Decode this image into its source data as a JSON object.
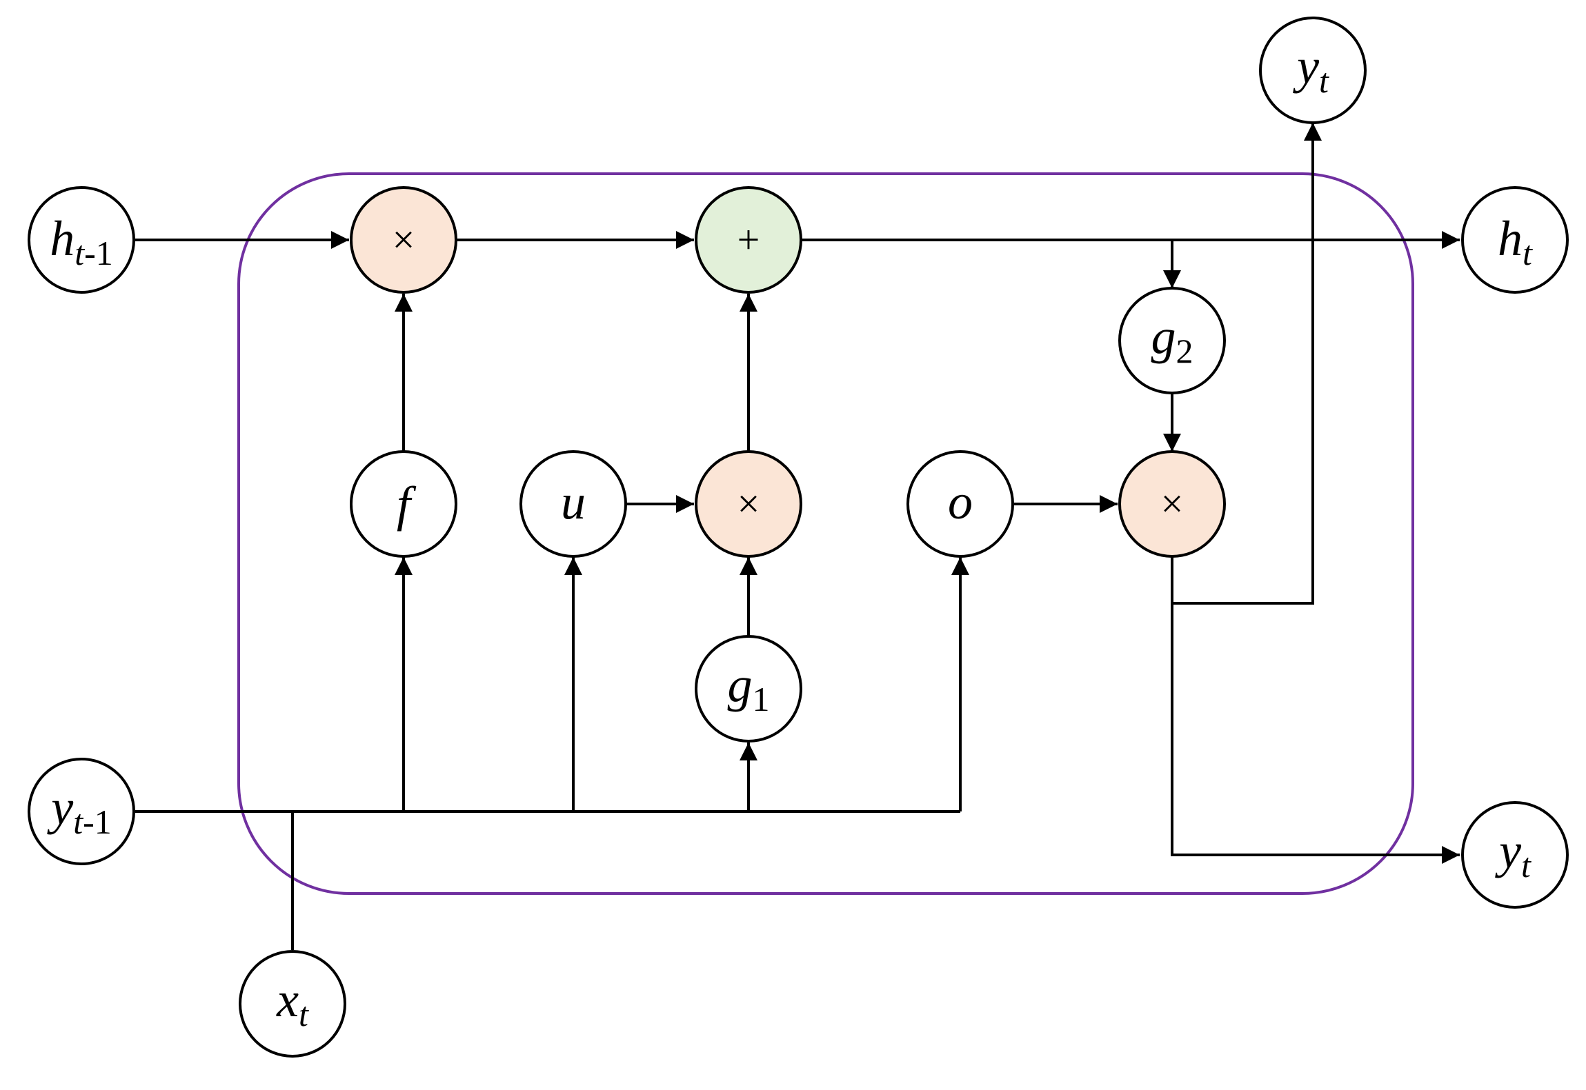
{
  "colors": {
    "frame": "#7030a0",
    "multiply_fill": "#fbe5d6",
    "add_fill": "#e2f0d9",
    "plain_fill": "#ffffff"
  },
  "nodes": {
    "h_prev": {
      "main": "h",
      "sub_italic": "t",
      "sub_plain": "-1"
    },
    "y_prev": {
      "main": "y",
      "sub_italic": "t",
      "sub_plain": "-1"
    },
    "x_t": {
      "main": "x",
      "sub_italic": "t",
      "sub_plain": ""
    },
    "h_t": {
      "main": "h",
      "sub_italic": "t",
      "sub_plain": ""
    },
    "y_t_top": {
      "main": "y",
      "sub_italic": "t",
      "sub_plain": ""
    },
    "y_t_out": {
      "main": "y",
      "sub_italic": "t",
      "sub_plain": ""
    },
    "f_gate": {
      "main": "f"
    },
    "u_gate": {
      "main": "u"
    },
    "o_gate": {
      "main": "o"
    },
    "g1": {
      "main": "g",
      "sub_plain": "1"
    },
    "g2": {
      "main": "g",
      "sub_plain": "2"
    },
    "mul_forget": {
      "op": "×"
    },
    "add_cell": {
      "op": "+"
    },
    "mul_update": {
      "op": "×"
    },
    "mul_output": {
      "op": "×"
    }
  }
}
